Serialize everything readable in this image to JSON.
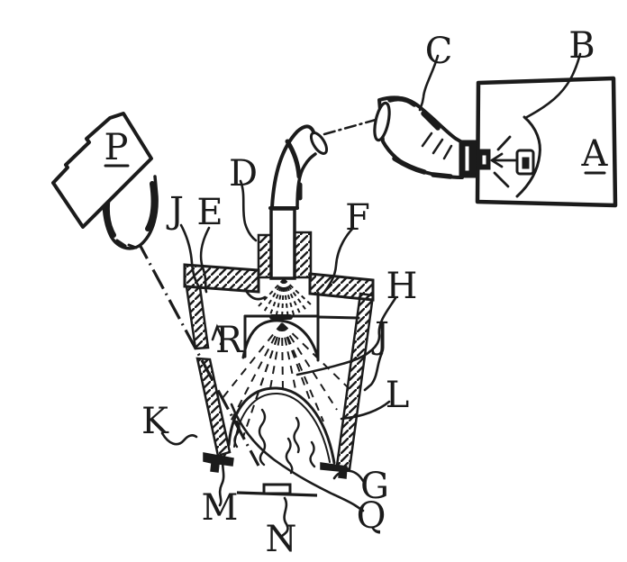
{
  "figure": {
    "background_color": "#ffffff",
    "ink_color": "#1b1b1b",
    "labels": {
      "A": {
        "text": "A",
        "underlined": true
      },
      "B": {
        "text": "B"
      },
      "C": {
        "text": "C"
      },
      "D": {
        "text": "D"
      },
      "E": {
        "text": "E"
      },
      "F": {
        "text": "F"
      },
      "G": {
        "text": "G"
      },
      "H": {
        "text": "H"
      },
      "J1": {
        "text": "J"
      },
      "J2": {
        "text": "J"
      },
      "K": {
        "text": "K"
      },
      "L": {
        "text": "L"
      },
      "M": {
        "text": "M"
      },
      "N": {
        "text": "N"
      },
      "P": {
        "text": "P",
        "underlined": true
      },
      "Q": {
        "text": "Q"
      },
      "R": {
        "text": "R"
      }
    }
  }
}
